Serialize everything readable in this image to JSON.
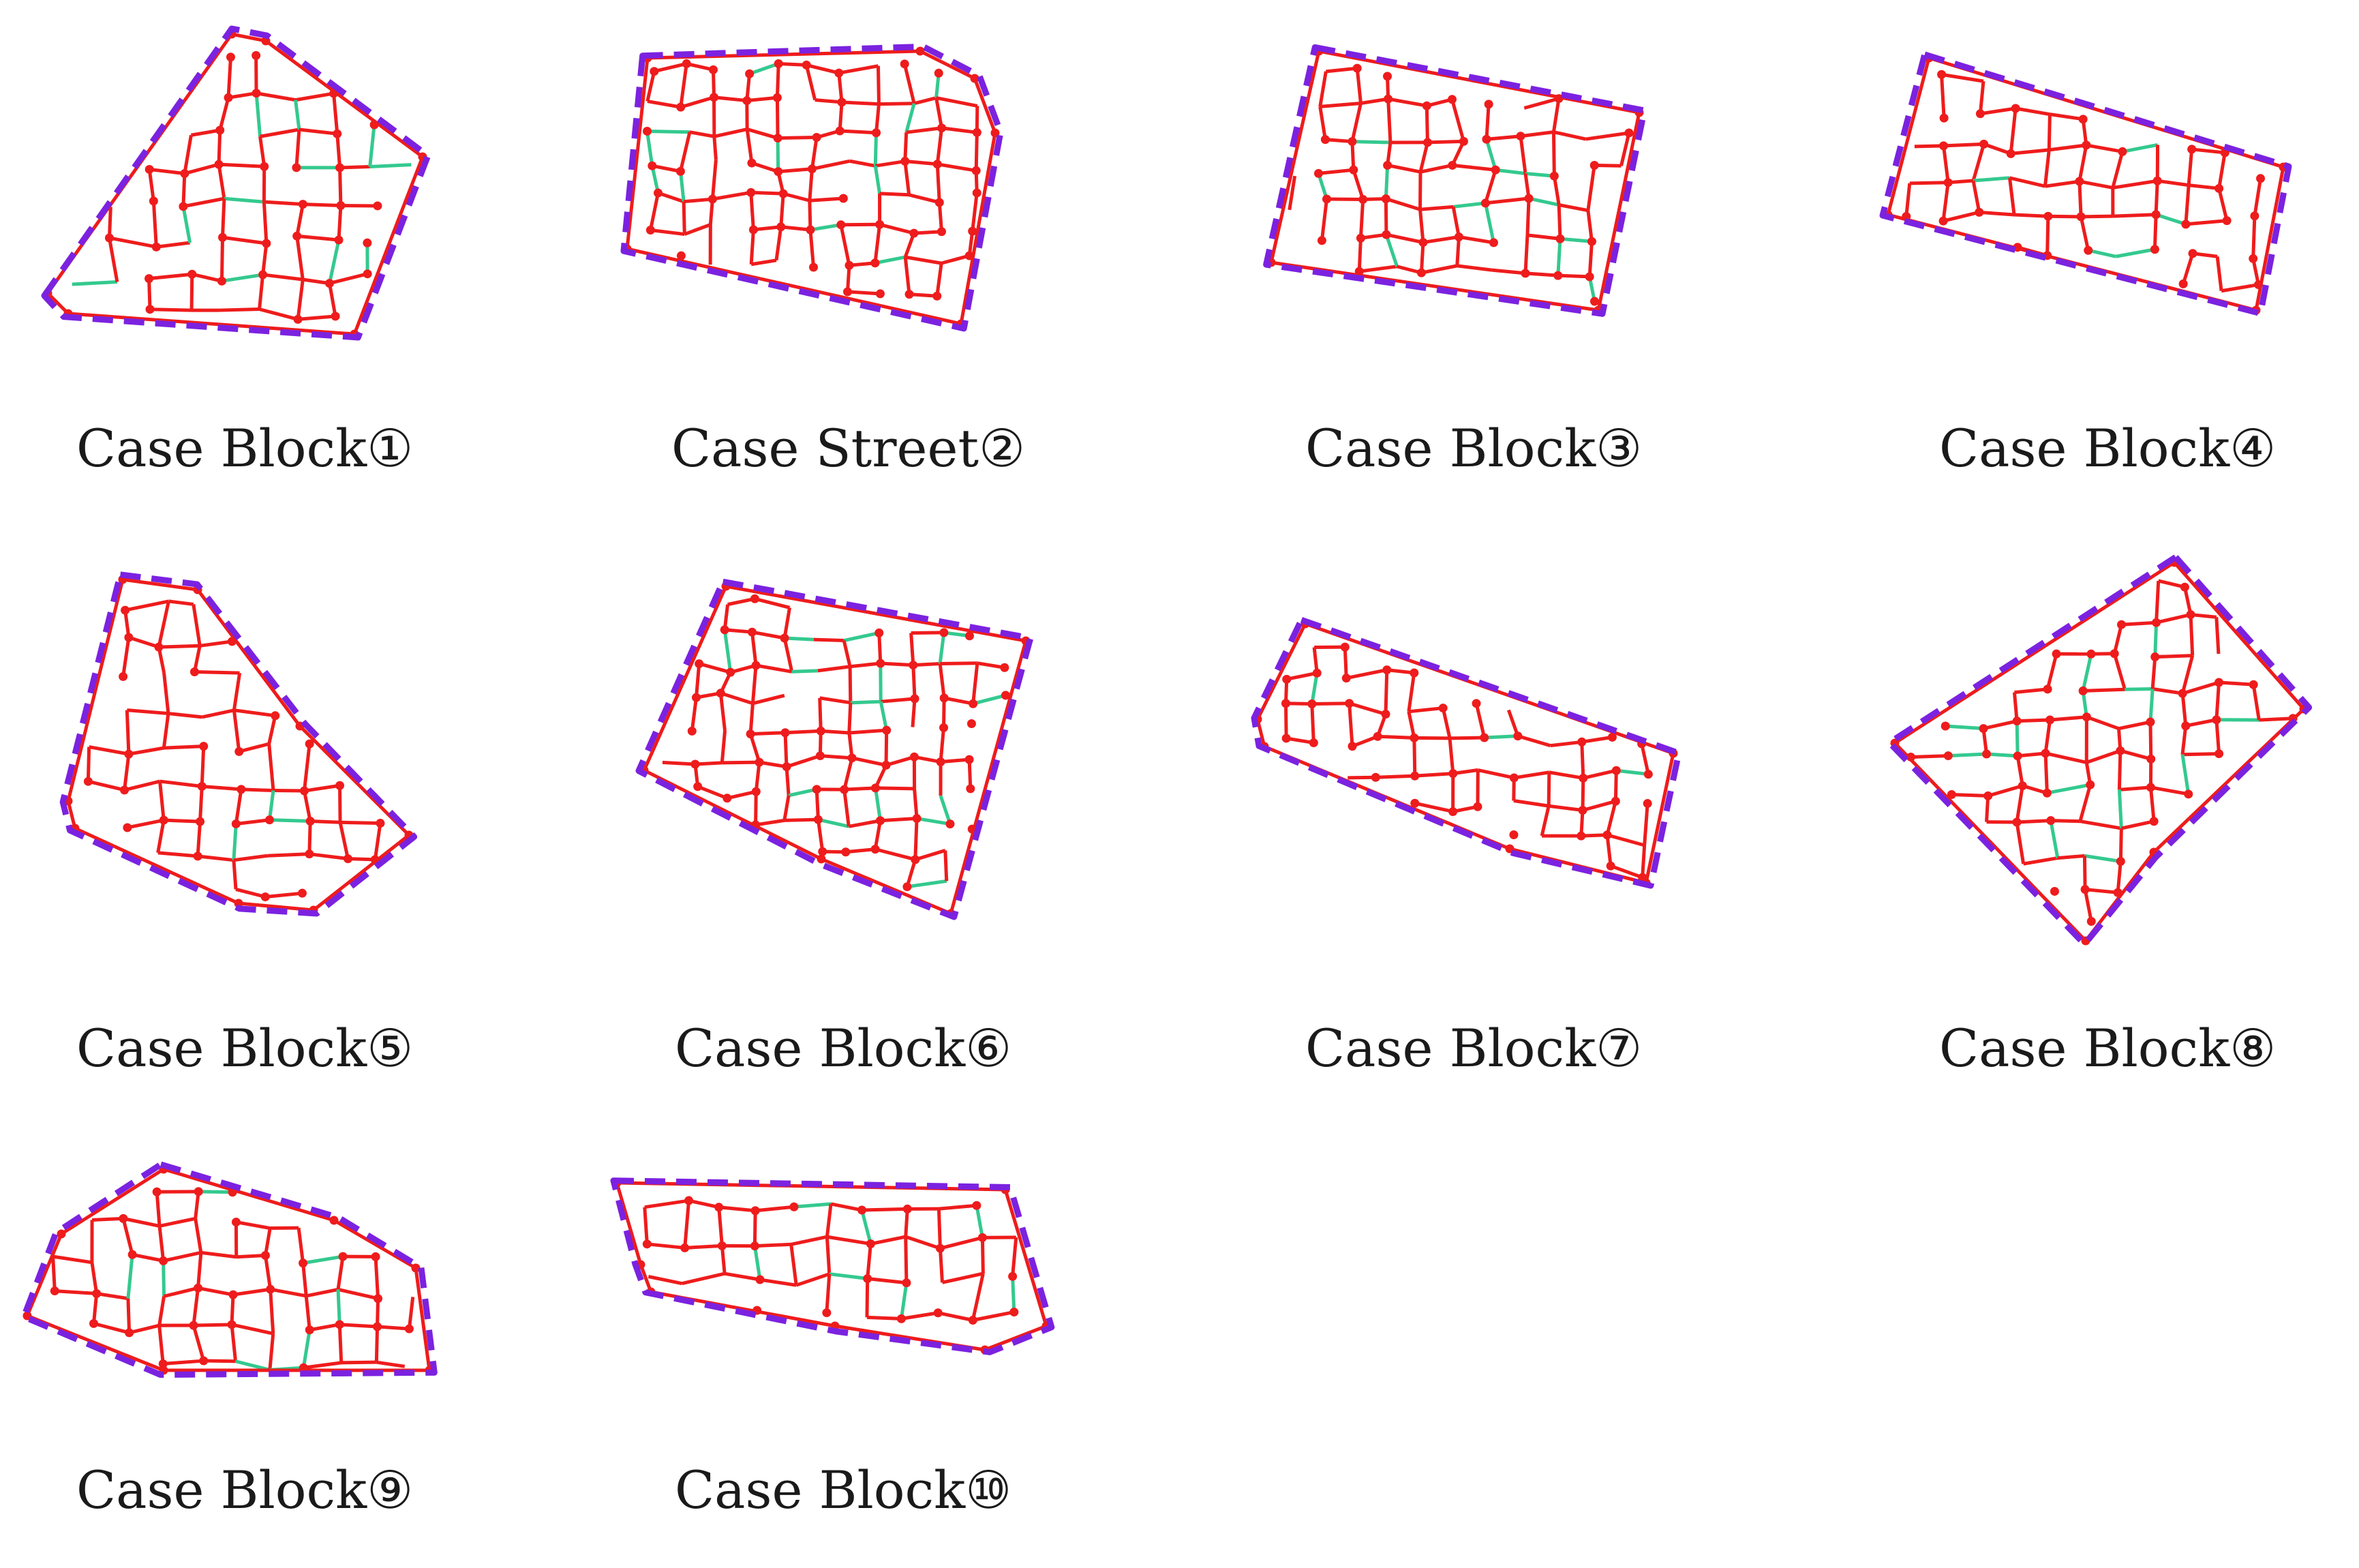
{
  "figure": {
    "colors": {
      "boundary": "#7b22e0",
      "road": "#ee1c1c",
      "node": "#ee1c1c",
      "connector": "#34c98f",
      "caption": "#1a1a1a"
    },
    "panels": [
      {
        "caption": "Case Block①"
      },
      {
        "caption": "Case Street②"
      },
      {
        "caption": "Case Block③"
      },
      {
        "caption": "Case Block④"
      },
      {
        "caption": "Case Block⑤"
      },
      {
        "caption": "Case Block⑥"
      },
      {
        "caption": "Case Block⑦"
      },
      {
        "caption": "Case Block⑧"
      },
      {
        "caption": "Case Block⑨"
      },
      {
        "caption": "Case Block⑩"
      }
    ]
  }
}
